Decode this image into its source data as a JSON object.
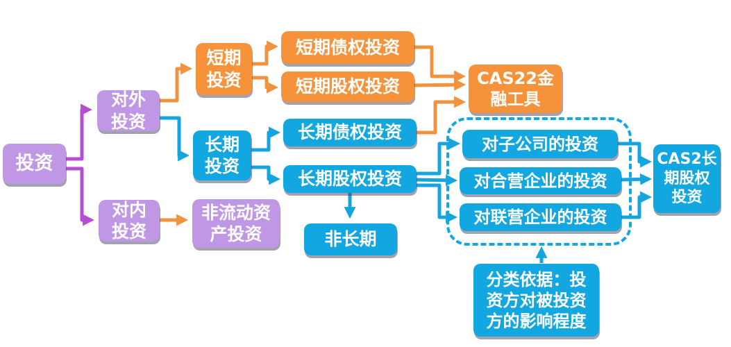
{
  "diagram": {
    "description": "Investment classification flowchart (Chinese accounting standards)",
    "nodes": {
      "touzi": {
        "label": "投资"
      },
      "duiwai": {
        "label": "对外\n投资"
      },
      "duinei": {
        "label": "对内\n投资"
      },
      "duanqi": {
        "label": "短期\n投资"
      },
      "changqi": {
        "label": "长期\n投资"
      },
      "dqzq": {
        "label": "短期债权投资"
      },
      "dqgq": {
        "label": "短期股权投资"
      },
      "cqzq": {
        "label": "长期债权投资"
      },
      "cqgq": {
        "label": "长期股权投资"
      },
      "feiliudong": {
        "label": "非流动资\n产投资"
      },
      "feichangqi": {
        "label": "非长期"
      },
      "cas22": {
        "label": "CAS22金\n融工具"
      },
      "zi": {
        "label": "对子公司的投资"
      },
      "heying": {
        "label": "对合营企业的投资"
      },
      "lianying": {
        "label": "对联营企业的投资"
      },
      "cas2": {
        "label": "CAS2长\n期股权\n投资"
      },
      "fenlei": {
        "label": "分类依据：投\n资方对被投资\n方的影响程度"
      }
    },
    "edges": [
      {
        "from": "touzi",
        "to": "duiwai",
        "color": "purple"
      },
      {
        "from": "touzi",
        "to": "duinei",
        "color": "purple"
      },
      {
        "from": "duiwai",
        "to": "duanqi",
        "color": "orange"
      },
      {
        "from": "duiwai",
        "to": "changqi",
        "color": "blue"
      },
      {
        "from": "duinei",
        "to": "feiliudong",
        "color": "orange"
      },
      {
        "from": "duanqi",
        "to": "dqzq",
        "color": "orange"
      },
      {
        "from": "duanqi",
        "to": "dqgq",
        "color": "orange"
      },
      {
        "from": "dqzq",
        "to": "cas22",
        "color": "orange"
      },
      {
        "from": "dqgq",
        "to": "cas22",
        "color": "orange"
      },
      {
        "from": "cqzq",
        "to": "cas22",
        "color": "orange"
      },
      {
        "from": "changqi",
        "to": "cqzq",
        "color": "blue"
      },
      {
        "from": "changqi",
        "to": "cqgq",
        "color": "blue"
      },
      {
        "from": "cqgq",
        "to": "feichangqi",
        "color": "blue"
      },
      {
        "from": "cqgq",
        "to": "zi",
        "color": "blue"
      },
      {
        "from": "cqgq",
        "to": "heying",
        "color": "blue"
      },
      {
        "from": "cqgq",
        "to": "lianying",
        "color": "blue"
      },
      {
        "from": "zi",
        "to": "cas2",
        "color": "blue"
      },
      {
        "from": "heying",
        "to": "cas2",
        "color": "blue"
      },
      {
        "from": "lianying",
        "to": "cas2",
        "color": "blue"
      },
      {
        "from": "fenlei",
        "to": "dashed-group",
        "color": "blue"
      }
    ],
    "colors": {
      "purple_fill": "#bf97e5",
      "purple_arrow": "#b44fd2",
      "orange_fill": "#f5923a",
      "orange_arrow": "#f0923e",
      "blue_fill": "#12a7e0",
      "blue_arrow": "#14a5de",
      "text": "#ffffff",
      "background": "#ffffff"
    }
  }
}
